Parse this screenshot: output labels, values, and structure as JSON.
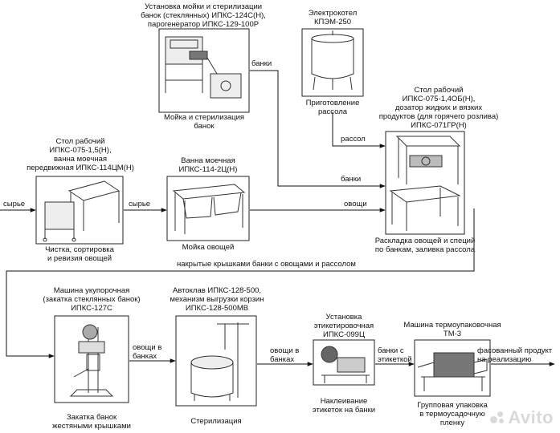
{
  "nodes": {
    "washer": {
      "title": [
        "Установка мойки и стерилизации",
        "банок (стеклянных) ИПКС-124С(Н),",
        "парогенератор ИПКС-129-100Р"
      ],
      "caption": [
        "Мойка и стерилизация",
        "банок"
      ]
    },
    "boiler": {
      "title": [
        "Электрокотел",
        "КПЭМ-250"
      ],
      "caption": [
        "Приготовление",
        "рассола"
      ]
    },
    "table_right": {
      "title": [
        "Стол рабочий",
        "ИПКС-075-1,4ОБ(Н),",
        "дозатор жидких и вязких",
        "продуктов (для горячего розлива)",
        "ИПКС-071ГР(Н)"
      ],
      "caption": [
        "Раскладка овощей и специй",
        "по банкам, заливка рассола"
      ]
    },
    "table_left": {
      "title": [
        "Стол рабочий",
        "ИПКС-075-1,5(Н),",
        "ванна моечная",
        "передвижная ИПКС-114ЦМ(Н)"
      ],
      "caption": [
        "Чистка, сортировка",
        "и ревизия овощей"
      ]
    },
    "bath": {
      "title": [
        "Ванна моечная",
        "ИПКС-114-2Ц(Н)"
      ],
      "caption": [
        "Мойка овощей"
      ]
    },
    "capper": {
      "title": [
        "Машина укупорочная",
        "(закатка стеклянных банок)",
        "ИПКС-127С"
      ],
      "caption": [
        "Закатка банок",
        "жестяными крышками"
      ]
    },
    "autoclave": {
      "title": [
        "Автоклав ИПКС-128-500,",
        "механизм выгрузки корзин",
        "ИПКС-128-500МВ"
      ],
      "caption": [
        "Стерилизация"
      ]
    },
    "labeler": {
      "title": [
        "Установка",
        "этикетировочная",
        "ИПКС-099Ц"
      ],
      "caption": [
        "Наклеивание",
        "этикеток  на банки"
      ]
    },
    "wrapper": {
      "title": [
        "Машина термоупаковочная",
        "ТМ-3"
      ],
      "caption": [
        "Групповая упаковка",
        "в термоусадочную",
        "пленку"
      ]
    }
  },
  "flows": {
    "raw_in": "сырье",
    "raw_mid": "сырье",
    "jars_top": "банки",
    "brine": "рассол",
    "jars_mid": "банки",
    "veg": "овощи",
    "covered": "накрытые крышками банки с овощами и рассолом",
    "veg_jars_1": [
      "овощи в",
      "банках"
    ],
    "veg_jars_2": [
      "овощи в",
      "банках"
    ],
    "labeled": [
      "банки с",
      "этикеткой"
    ],
    "product": [
      "фасованный продукт",
      "на реализацию"
    ]
  },
  "watermark": "Avito"
}
